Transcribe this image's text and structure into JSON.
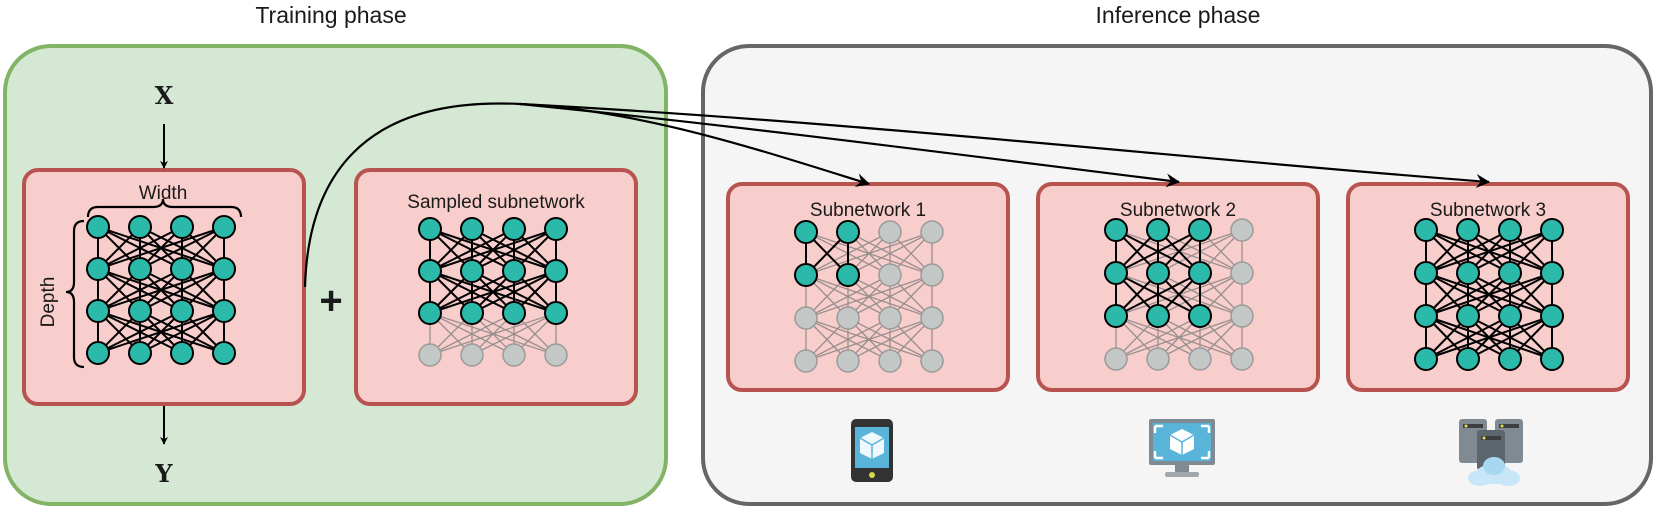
{
  "titles": {
    "training": "Training phase",
    "inference": "Inference phase"
  },
  "training": {
    "input_symbol": "X",
    "output_symbol": "Y",
    "width_label": "Width",
    "depth_label": "Depth",
    "plus_symbol": "+",
    "sampled_label": "Sampled subnetwork"
  },
  "inference": {
    "subnetworks": [
      {
        "label": "Subnetwork 1",
        "device": "smartphone-icon"
      },
      {
        "label": "Subnetwork 2",
        "device": "desktop-monitor-icon"
      },
      {
        "label": "Subnetwork 3",
        "device": "cloud-server-icon"
      }
    ]
  },
  "networks": {
    "full": [
      [
        1,
        1,
        1,
        1
      ],
      [
        1,
        1,
        1,
        1
      ],
      [
        1,
        1,
        1,
        1
      ],
      [
        1,
        1,
        1,
        1
      ]
    ],
    "sampled": [
      [
        1,
        1,
        1,
        1
      ],
      [
        1,
        1,
        1,
        1
      ],
      [
        1,
        1,
        1,
        1
      ],
      [
        0,
        0,
        0,
        0
      ]
    ],
    "subnetwork_1": [
      [
        1,
        1,
        0,
        0
      ],
      [
        1,
        1,
        0,
        0
      ],
      [
        0,
        0,
        0,
        0
      ],
      [
        0,
        0,
        0,
        0
      ]
    ],
    "subnetwork_2": [
      [
        1,
        1,
        1,
        0
      ],
      [
        1,
        1,
        1,
        0
      ],
      [
        1,
        1,
        1,
        0
      ],
      [
        0,
        0,
        0,
        0
      ]
    ],
    "subnetwork_3": [
      [
        1,
        1,
        1,
        1
      ],
      [
        1,
        1,
        1,
        1
      ],
      [
        1,
        1,
        1,
        1
      ],
      [
        1,
        1,
        1,
        1
      ]
    ]
  },
  "colors": {
    "training_panel_fill": "#d5e8d4",
    "training_panel_stroke": "#82b366",
    "inference_panel_fill": "#f5f5f5",
    "inference_panel_stroke": "#666666",
    "network_box_fill": "#f8cecc",
    "network_box_stroke": "#b85450",
    "active_node": "#2bb9a9",
    "inactive_node": "#c3c7c5"
  }
}
